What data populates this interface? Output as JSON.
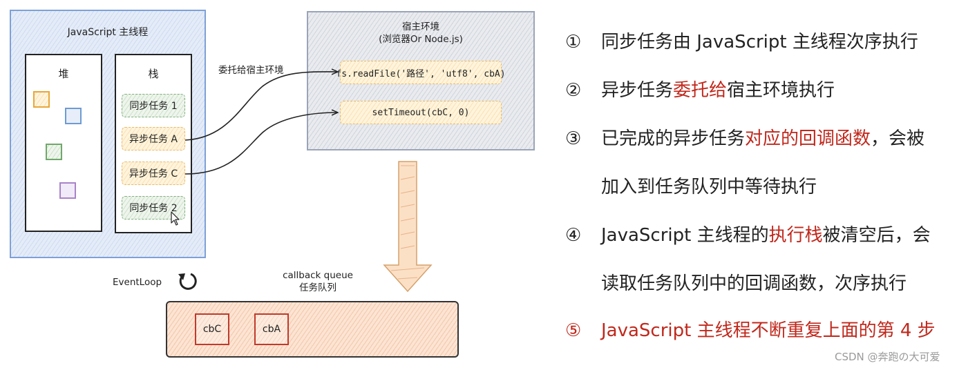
{
  "diagram": {
    "main_thread_title": "JavaScript 主线程",
    "heap_title": "堆",
    "stack_title": "栈",
    "stack_tasks": [
      "同步任务 1",
      "异步任务 A",
      "异步任务 C",
      "同步任务 2"
    ],
    "delegate_label": "委托给宿主环境",
    "host_title_line1": "宿主环境",
    "host_title_line2": "(浏览器Or Node.js)",
    "host_apis": [
      "fs.readFile('路径', 'utf8', cbA)",
      "setTimeout(cbC, 0)"
    ],
    "callback_queue_line1": "callback queue",
    "callback_queue_line2": "任务队列",
    "queue_items": [
      "cbC",
      "cbA"
    ],
    "eventloop_label": "EventLoop",
    "colors": {
      "main_thread_border": "#7da0d8",
      "sync_task": "#7fb07f",
      "async_task": "#e7b968",
      "queue_fill": "#fbe4d4",
      "highlight": "#c0281c"
    },
    "icons": [
      "eventloop-cycle-icon",
      "mouse-cursor-icon",
      "down-arrow-icon"
    ]
  },
  "steps": {
    "s1_num": "①",
    "s1_text": "同步任务由 JavaScript 主线程次序执行",
    "s2_num": "②",
    "s2_a": "异步任务",
    "s2_hl": "委托给",
    "s2_b": "宿主环境执行",
    "s3_num": "③",
    "s3_a": "已完成的异步任务",
    "s3_hl": "对应的回调函数",
    "s3_b": "，会被",
    "s3_cont": "加入到任务队列中等待执行",
    "s4_num": "④",
    "s4_a": "JavaScript 主线程的",
    "s4_hl": "执行栈",
    "s4_b": "被清空后，会",
    "s4_cont": "读取任务队列中的回调函数，次序执行",
    "s5_num": "⑤",
    "s5_text": "JavaScript 主线程不断重复上面的第 4 步"
  },
  "watermark": "CSDN @奔跑の大可爱"
}
